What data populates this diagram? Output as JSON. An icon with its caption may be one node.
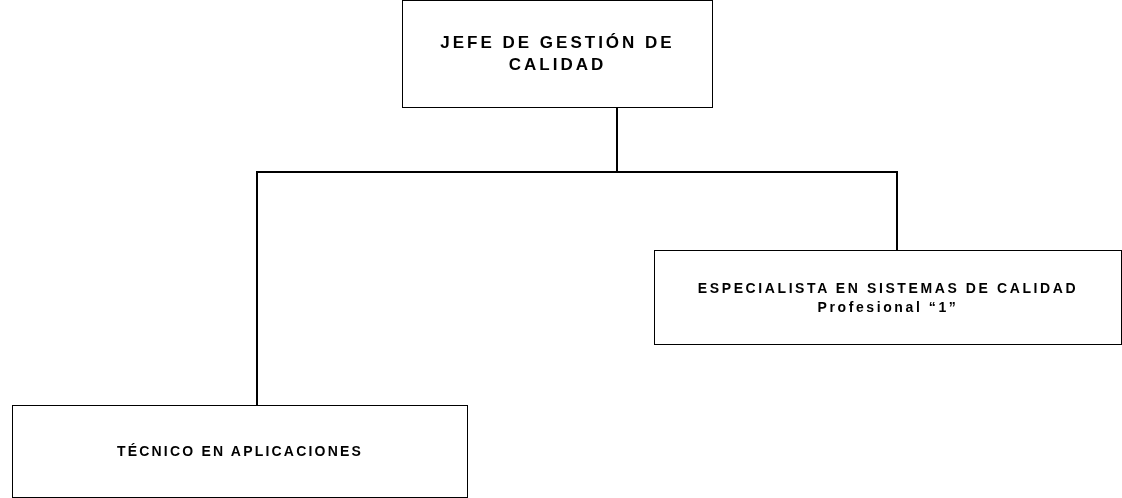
{
  "diagram": {
    "nodes": [
      {
        "text": [
          "JEFE DE GESTIÓN DE CALIDAD"
        ]
      },
      {
        "text": [
          "ESPECIALISTA EN SISTEMAS DE CALIDAD",
          "Profesional “1”"
        ]
      },
      {
        "text": [
          "TÉCNICO EN APLICACIONES"
        ]
      }
    ],
    "edges": [
      {
        "from": 0,
        "to": 1,
        "arrow": "none"
      },
      {
        "from": 0,
        "to": 2,
        "arrow": "none"
      }
    ]
  }
}
